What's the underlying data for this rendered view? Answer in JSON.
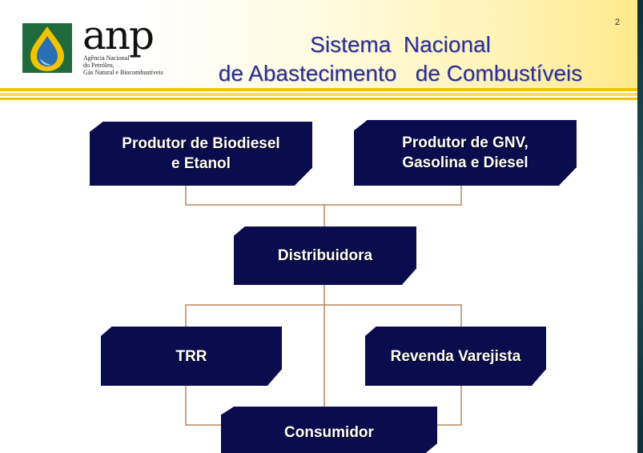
{
  "header": {
    "logo": {
      "name": "anp",
      "subtitle_lines": [
        "Agência Nacional",
        "do Petróleo,",
        "Gás Natural e Biocombustíveis"
      ]
    },
    "title_lines": [
      "Sistema  Nacional",
      "de Abastecimento   de Combustíveis"
    ],
    "page_number": "2"
  },
  "diagram": {
    "nodes": {
      "biodiesel": {
        "lines": [
          "Produtor de Biodiesel",
          "e Etanol"
        ]
      },
      "gnv": {
        "lines": [
          "Produtor de GNV,",
          "Gasolina e Diesel"
        ]
      },
      "distribuidora": {
        "label": "Distribuidora"
      },
      "trr": {
        "label": "TRR"
      },
      "revenda": {
        "label": "Revenda Varejista"
      },
      "consumidor": {
        "label": "Consumidor"
      }
    },
    "edges": [
      {
        "from": "biodiesel",
        "to": "distribuidora"
      },
      {
        "from": "gnv",
        "to": "distribuidora"
      },
      {
        "from": "distribuidora",
        "to": "trr"
      },
      {
        "from": "distribuidora",
        "to": "revenda"
      },
      {
        "from": "distribuidora",
        "to": "consumidor"
      },
      {
        "from": "trr",
        "to": "consumidor"
      },
      {
        "from": "revenda",
        "to": "consumidor"
      }
    ],
    "colors": {
      "node_fill": "#0b0c4d",
      "connector": "#b8875e",
      "title": "#2a2f8a",
      "accent_yellow": "#f4c400"
    }
  }
}
